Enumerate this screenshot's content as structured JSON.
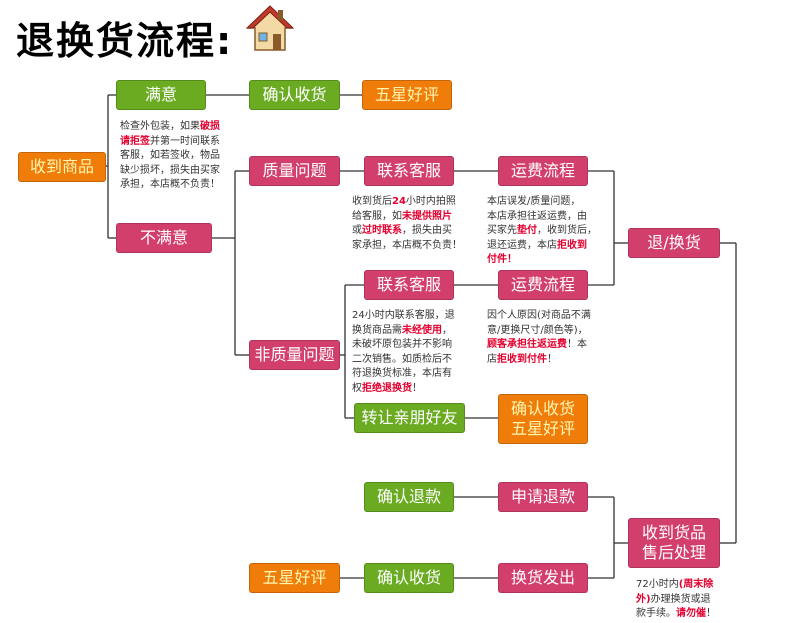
{
  "title": "退换货流程:",
  "nodes": {
    "received": "收到商品",
    "satisfied": "满意",
    "unsatisfied": "不满意",
    "confirm_receipt_top": "确认收货",
    "five_star_top": "五星好评",
    "quality_issue": "质量问题",
    "non_quality_issue": "非质量问题",
    "contact_cs_1": "联系客服",
    "contact_cs_2": "联系客服",
    "shipping_flow_1": "运费流程",
    "shipping_flow_2": "运费流程",
    "return_exchange": "退/换货",
    "transfer_friends": "转让亲朋好友",
    "confirm_five_star_line1": "确认收货",
    "confirm_five_star_line2": "五星好评",
    "confirm_refund": "确认退款",
    "apply_refund": "申请退款",
    "goods_received_line1": "收到货品",
    "goods_received_line2": "售后处理",
    "five_star_bottom": "五星好评",
    "confirm_receipt_bottom": "确认收货",
    "exchange_shipped": "换货发出"
  },
  "notes": {
    "satisfied_note": [
      {
        "t": "检查外包装，如果"
      },
      {
        "t": "破损",
        "em": true
      },
      {
        "br": true
      },
      {
        "t": "请拒签",
        "em": true
      },
      {
        "t": "并第一时间联系"
      },
      {
        "br": true
      },
      {
        "t": "客服，如若签收，物品"
      },
      {
        "br": true
      },
      {
        "t": "缺少损坏，损失由买家"
      },
      {
        "br": true
      },
      {
        "t": "承担，本店概不负责！"
      }
    ],
    "quality_note": [
      {
        "t": "收到货后"
      },
      {
        "t": "24",
        "em": true
      },
      {
        "t": "小时内拍照"
      },
      {
        "br": true
      },
      {
        "t": "给客服，如"
      },
      {
        "t": "未提供照片",
        "em": true
      },
      {
        "br": true
      },
      {
        "t": "或"
      },
      {
        "t": "过时联系",
        "em": true
      },
      {
        "t": "，损失由买"
      },
      {
        "br": true
      },
      {
        "t": "家承担，本店概不负责！"
      }
    ],
    "shipping_note_1": [
      {
        "t": "本店误发/质量问题，"
      },
      {
        "br": true
      },
      {
        "t": "本店承担往返运费，由"
      },
      {
        "br": true
      },
      {
        "t": "买家先"
      },
      {
        "t": "垫付",
        "em": true
      },
      {
        "t": "，收到货后，"
      },
      {
        "br": true
      },
      {
        "t": "退还运费，本店"
      },
      {
        "t": "拒收到",
        "em": true
      },
      {
        "br": true
      },
      {
        "t": "付件！",
        "em": true
      }
    ],
    "non_quality_note": [
      {
        "t": "24小时内联系客服，退"
      },
      {
        "br": true
      },
      {
        "t": "换货商品需"
      },
      {
        "t": "未经使用",
        "em": true
      },
      {
        "t": "，"
      },
      {
        "br": true
      },
      {
        "t": "未破坏原包装并不影响"
      },
      {
        "br": true
      },
      {
        "t": "二次销售。如质检后不"
      },
      {
        "br": true
      },
      {
        "t": "符退换货标准，本店有"
      },
      {
        "br": true
      },
      {
        "t": "权"
      },
      {
        "t": "拒绝退换货",
        "em": true
      },
      {
        "t": "！"
      }
    ],
    "shipping_note_2": [
      {
        "t": "因个人原因(对商品不满"
      },
      {
        "br": true
      },
      {
        "t": "意/更换尺寸/颜色等)，"
      },
      {
        "br": true
      },
      {
        "t": "顾客承担往返运费",
        "em": true
      },
      {
        "t": "！本"
      },
      {
        "br": true
      },
      {
        "t": "店"
      },
      {
        "t": "拒收到付件",
        "em": true
      },
      {
        "t": "！"
      }
    ],
    "after_sales_note": [
      {
        "t": "72小时内"
      },
      {
        "t": "(周末除",
        "em": true
      },
      {
        "br": true
      },
      {
        "t": "外)",
        "em": true
      },
      {
        "t": "办理换货或退"
      },
      {
        "br": true
      },
      {
        "t": "款手续。"
      },
      {
        "t": "请勿催",
        "em": true
      },
      {
        "t": "！"
      }
    ]
  },
  "colors": {
    "green": "#6aab22",
    "orange": "#f07d0a",
    "pink": "#d33f6c",
    "highlight_red": "#e3002f",
    "connector": "#333333"
  },
  "icons": [
    "house-icon"
  ]
}
